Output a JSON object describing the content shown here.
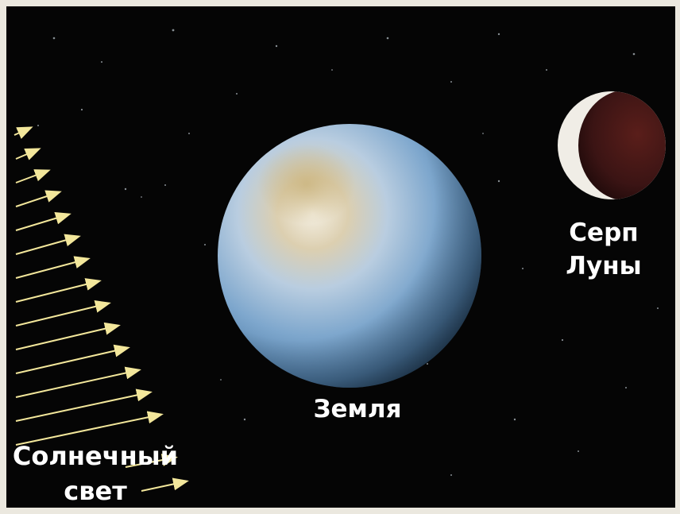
{
  "labels": {
    "earth": "Земля",
    "moon": [
      "Серп",
      "Луны"
    ],
    "sunlight": [
      "Солнечный",
      "свет"
    ]
  },
  "colors": {
    "background": "#050505",
    "frame": "#ebe8df",
    "sun_rays": "#f3e79b",
    "moon_dark_side": "#3b1414",
    "earth_ocean": "#7aa6cc"
  },
  "icons": [
    "earth",
    "moon",
    "sun-ray-arrows",
    "stars"
  ]
}
